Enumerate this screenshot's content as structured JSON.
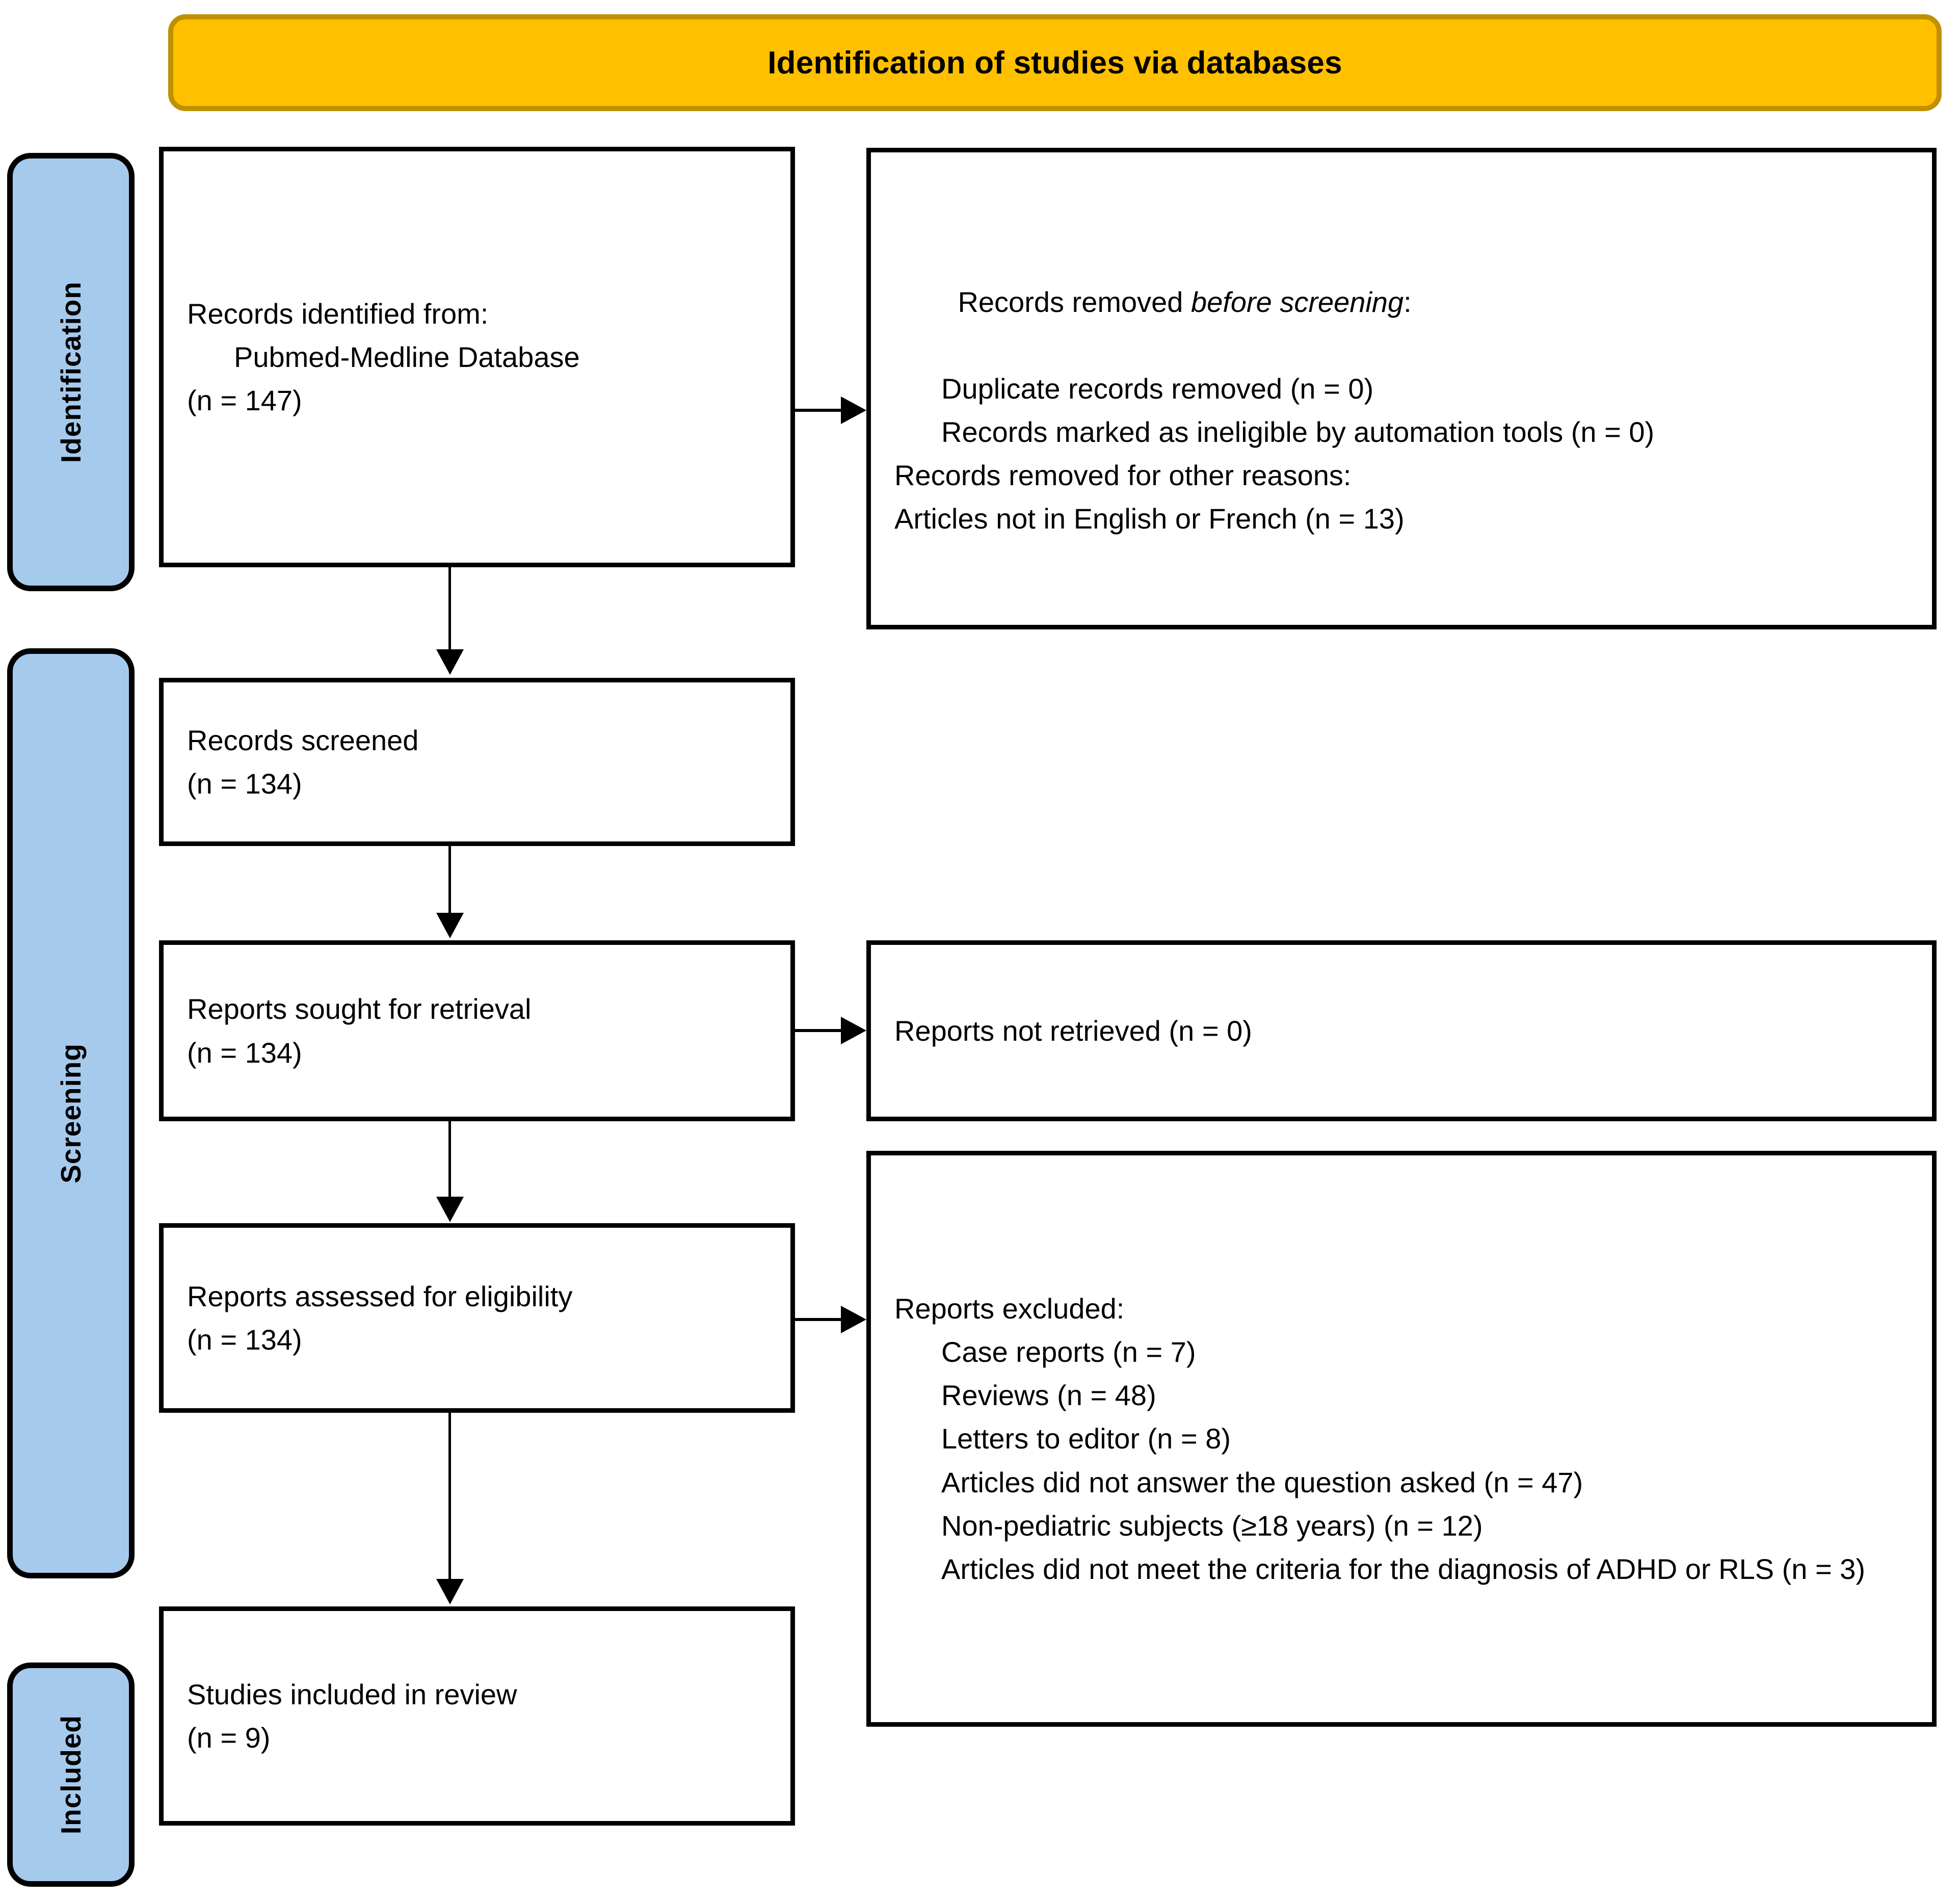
{
  "diagram": {
    "type": "prisma-flow-diagram",
    "header": {
      "title": "Identification of studies via databases",
      "background_color": "#FFC000",
      "border_color": "#BF9000",
      "text_color": "#000000"
    },
    "stage_rail_color": "#A6CAEC",
    "stages": [
      {
        "key": "identification",
        "label": "Identification"
      },
      {
        "key": "screening",
        "label": "Screening"
      },
      {
        "key": "included",
        "label": "Included"
      }
    ],
    "boxes": {
      "records_identified": {
        "lines": [
          {
            "text": "Records identified from:",
            "indent": false
          },
          {
            "text": "Pubmed-Medline Database",
            "indent": true
          },
          {
            "text": "(n = 147)",
            "indent": false
          }
        ]
      },
      "records_removed": {
        "heading_prefix": "Records removed ",
        "heading_italic": "before screening",
        "heading_suffix": ":",
        "items": [
          "Duplicate records removed (n = 0)",
          "Records marked as ineligible by automation tools (n = 0)",
          "Records removed for other reasons:",
          "Articles not in English or French (n = 13)"
        ]
      },
      "records_screened": {
        "lines": [
          {
            "text": "Records screened",
            "indent": false
          },
          {
            "text": "(n = 134)",
            "indent": false
          }
        ]
      },
      "reports_sought": {
        "lines": [
          {
            "text": "Reports sought for retrieval",
            "indent": false
          },
          {
            "text": "(n = 134)",
            "indent": false
          }
        ]
      },
      "reports_not_retrieved": {
        "lines": [
          {
            "text": "Reports not retrieved (n = 0)",
            "indent": false
          }
        ]
      },
      "reports_assessed": {
        "lines": [
          {
            "text": "Reports assessed for eligibility",
            "indent": false
          },
          {
            "text": "(n = 134)",
            "indent": false
          }
        ]
      },
      "reports_excluded": {
        "heading": "Reports excluded:",
        "items": [
          {
            "text": "Case reports (n = 7)",
            "justify": false
          },
          {
            "text": "Reviews (n = 48)",
            "justify": false
          },
          {
            "text": "Letters to editor (n = 8)",
            "justify": false
          },
          {
            "text": "Articles did not answer the question asked (n = 47)",
            "justify": false
          },
          {
            "text": "Non-pediatric subjects (≥18 years) (n = 12)",
            "justify": false
          },
          {
            "text": "Articles did not meet the criteria for the diagnosis of ADHD or RLS (n = 3)",
            "justify": true
          }
        ]
      },
      "studies_included": {
        "lines": [
          {
            "text": "Studies included in review",
            "indent": false
          },
          {
            "text": "(n = 9)",
            "indent": false
          }
        ]
      }
    }
  }
}
